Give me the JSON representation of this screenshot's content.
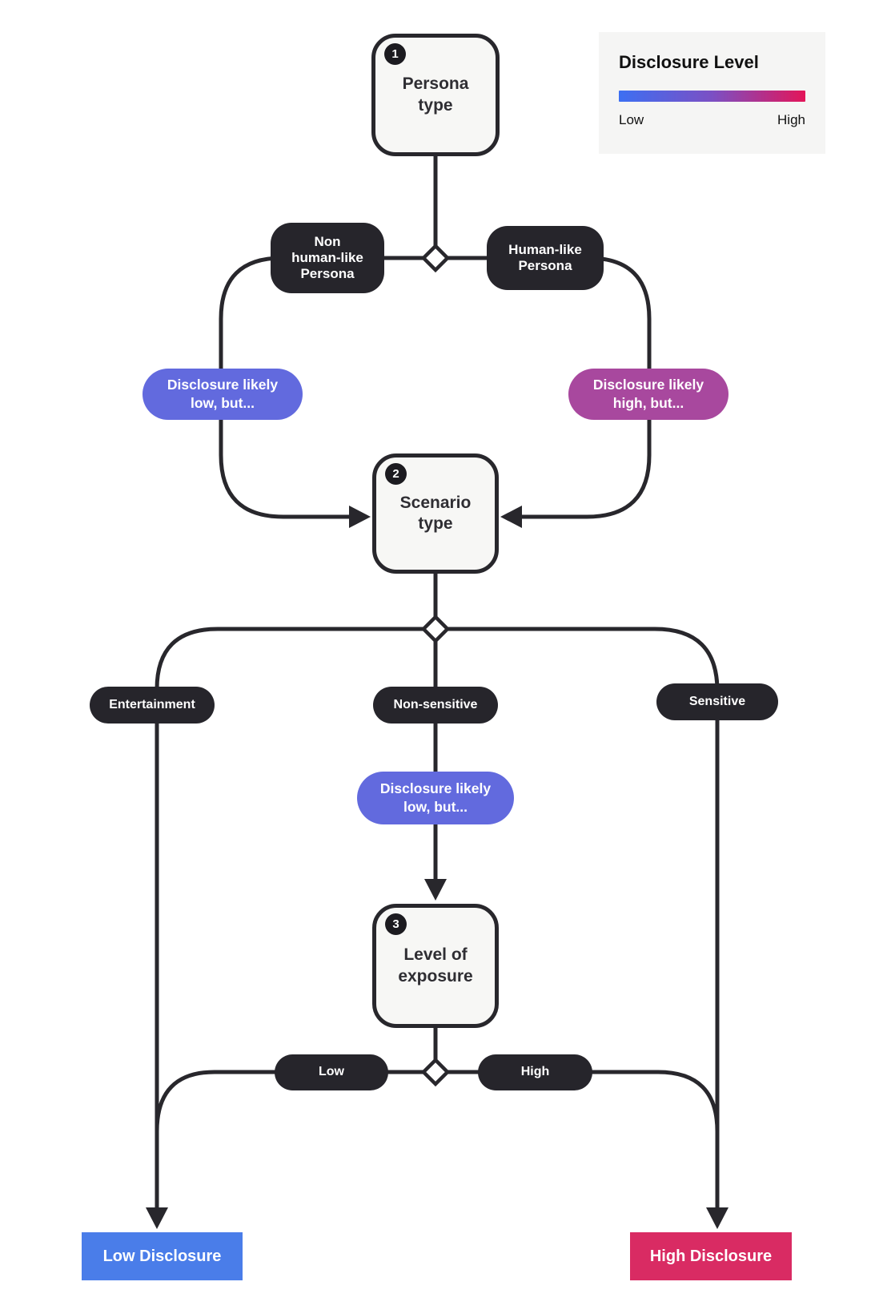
{
  "legend": {
    "title": "Disclosure Level",
    "low_label": "Low",
    "high_label": "High",
    "gradient": [
      "#3d6ff2",
      "#7b50c4",
      "#e31559"
    ]
  },
  "steps": [
    {
      "badge": "1",
      "label": "Persona\ntype"
    },
    {
      "badge": "2",
      "label": "Scenario\ntype"
    },
    {
      "badge": "3",
      "label": "Level of\nexposure"
    }
  ],
  "decisions": [
    {
      "label": "Non\nhuman-like\nPersona"
    },
    {
      "label": "Human-like\nPersona"
    },
    {
      "label": "Entertainment"
    },
    {
      "label": "Non-sensitive"
    },
    {
      "label": "Sensitive"
    },
    {
      "label": "Low"
    },
    {
      "label": "High"
    }
  ],
  "annotations": [
    {
      "label": "Disclosure likely\nlow, but...",
      "color": "#626ade"
    },
    {
      "label": "Disclosure likely\nhigh, but...",
      "color": "#a8489e"
    },
    {
      "label": "Disclosure likely\nlow, but...",
      "color": "#626ade"
    }
  ],
  "outcomes": [
    {
      "label": "Low Disclosure",
      "color": "#4a7de9"
    },
    {
      "label": "High Disclosure",
      "color": "#d92b63"
    }
  ],
  "colors": {
    "line": "#28272c",
    "node_fill": "#f7f7f5",
    "dark_pill": "#26252b"
  }
}
